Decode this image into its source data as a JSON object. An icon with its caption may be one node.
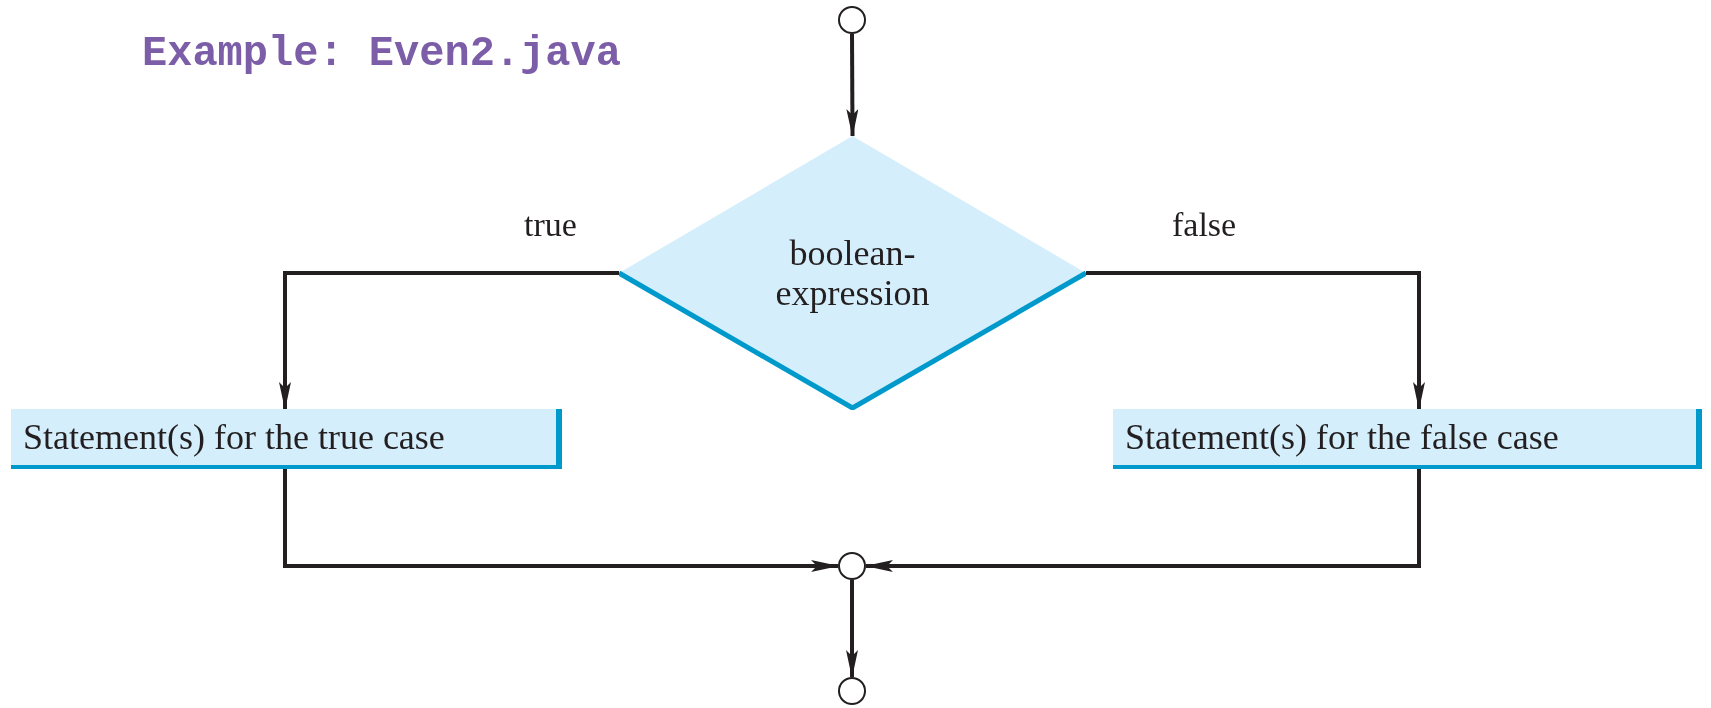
{
  "diagram": {
    "title": "Example: Even2.java",
    "nodes": [
      {
        "text": [],
        "shape": "circle"
      },
      {
        "text": [
          "boolean- expression"
        ]
      },
      {
        "text": [
          "Statement(s) for the true case"
        ]
      },
      {
        "text": [
          "Statement(s) for the false case"
        ]
      },
      {
        "text": [],
        "shape": "circle"
      },
      {
        "text": [],
        "shape": "circle"
      }
    ],
    "edges": [
      {
        "from": 0,
        "to": 1,
        "arrow": "to"
      },
      {
        "from": 1,
        "to": 2,
        "label": "true",
        "arrow": "to"
      },
      {
        "from": 1,
        "to": 3,
        "label": "false",
        "arrow": "to"
      },
      {
        "from": 2,
        "to": 4,
        "arrow": "to"
      },
      {
        "from": 3,
        "to": 4,
        "arrow": "to"
      },
      {
        "from": 4,
        "to": 5,
        "arrow": "to"
      }
    ]
  }
}
